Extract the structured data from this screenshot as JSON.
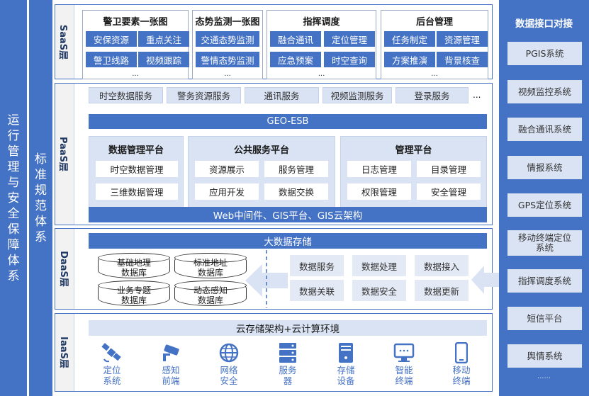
{
  "left_columns": {
    "outer": "运行管理与安全保障体系",
    "inner": "标准规范体系"
  },
  "saas": {
    "label": "SaaS层",
    "groups": [
      {
        "title": "警卫要素一张图",
        "items": [
          "安保资源",
          "重点关注",
          "警卫线路",
          "视频跟踪"
        ],
        "more": "..."
      },
      {
        "title": "态势监测一张图",
        "items": [
          "交通态势监测",
          "警情态势监测"
        ],
        "more": "..."
      },
      {
        "title": "指挥调度",
        "items": [
          "融合通讯",
          "定位管理",
          "应急预案",
          "时空查询"
        ],
        "more": "..."
      },
      {
        "title": "后台管理",
        "items": [
          "任务制定",
          "资源管理",
          "方案推演",
          "背景核查"
        ],
        "more": "..."
      }
    ]
  },
  "paas": {
    "label": "PaaS层",
    "services": [
      "时空数据服务",
      "警务资源服务",
      "通讯服务",
      "视频监测服务",
      "登录服务"
    ],
    "services_more": "...",
    "esb": "GEO-ESB",
    "groups": [
      {
        "title": "数据管理平台",
        "items": [
          "时空数据管理",
          "三维数据管理"
        ]
      },
      {
        "title": "公共服务平台",
        "items": [
          "资源展示",
          "服务管理",
          "应用开发",
          "数据交换"
        ]
      },
      {
        "title": "管理平台",
        "items": [
          "日志管理",
          "目录管理",
          "权限管理",
          "安全管理"
        ]
      }
    ],
    "bottom_bar": "Web中间件、GIS平台、GIS云架构"
  },
  "daas": {
    "label": "DaaS层",
    "header": "大数据存储",
    "databases": [
      {
        "line1": "基础地理",
        "line2": "数据库"
      },
      {
        "line1": "标准地址",
        "line2": "数据库"
      },
      {
        "line1": "业务专题",
        "line2": "数据库"
      },
      {
        "line1": "动态感知",
        "line2": "数据库"
      }
    ],
    "services": [
      "数据服务",
      "数据处理",
      "数据接入",
      "数据关联",
      "数据安全",
      "数据更新"
    ]
  },
  "iaas": {
    "label": "IaaS层",
    "header": "云存储架构+云计算环境",
    "items": [
      {
        "icon": "satellite-icon",
        "line1": "定位",
        "line2": "系统"
      },
      {
        "icon": "cctv-camera-icon",
        "line1": "感知",
        "line2": "前端"
      },
      {
        "icon": "globe-icon",
        "line1": "网络",
        "line2": "安全"
      },
      {
        "icon": "server-icon",
        "line1": "服务",
        "line2": "器"
      },
      {
        "icon": "storage-icon",
        "line1": "存储",
        "line2": "设备"
      },
      {
        "icon": "monitor-icon",
        "line1": "智能",
        "line2": "终端"
      },
      {
        "icon": "mobile-phone-icon",
        "line1": "移动",
        "line2": "终端"
      }
    ]
  },
  "data_interface": {
    "title": "数据接口对接",
    "items": [
      "PGIS系统",
      "视频监控系统",
      "融合通讯系统",
      "情报系统",
      "GPS定位系统",
      "移动终端定位系统",
      "指挥调度系统",
      "短信平台",
      "舆情系统"
    ],
    "more": "......"
  },
  "colors": {
    "primary": "#4472c4",
    "light": "#dae3f3",
    "text": "#1a1a1a"
  }
}
